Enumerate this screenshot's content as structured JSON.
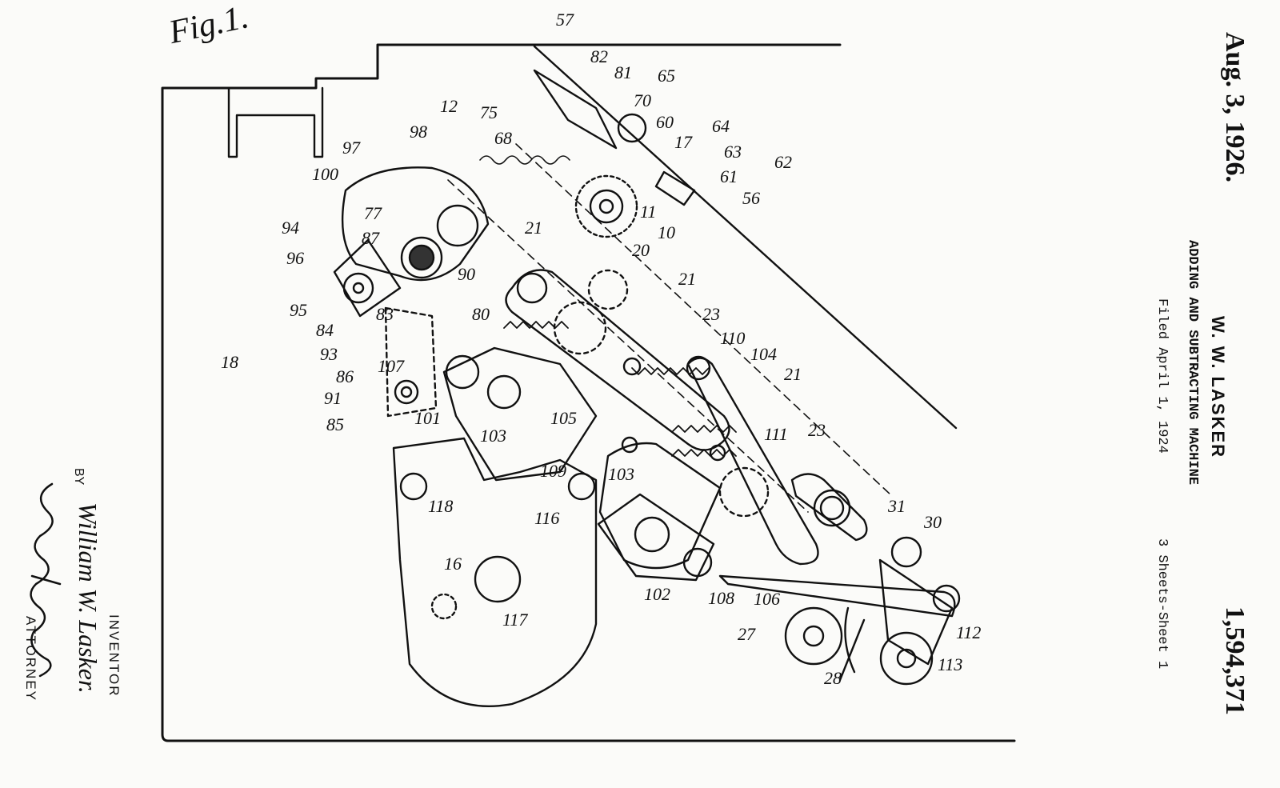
{
  "header": {
    "date": "Aug. 3, 1926.",
    "patent_number": "1,594,371",
    "inventor_name": "W. W. LASKER",
    "title": "ADDING AND SUBTRACTING MACHINE",
    "filed": "Filed April 1, 1924",
    "sheets": "3 Sheets-Sheet 1"
  },
  "figure": {
    "label": "Fig.1."
  },
  "signature": {
    "inventor_label": "INVENTOR",
    "inventor_name": "William W. Lasker.",
    "by": "BY",
    "attorney_label": "ATTORNEY"
  },
  "reference_numerals": {
    "n57": "57",
    "n82": "82",
    "n81": "81",
    "n65": "65",
    "n70": "70",
    "n60": "60",
    "n64": "64",
    "n17": "17",
    "n63": "63",
    "n62": "62",
    "n61": "61",
    "n56": "56",
    "n12": "12",
    "n75": "75",
    "n98": "98",
    "n68": "68",
    "n97": "97",
    "n100": "100",
    "n77": "77",
    "n21a": "21",
    "n20": "20",
    "n10": "10",
    "n11": "11",
    "n94": "94",
    "n87": "87",
    "n96": "96",
    "n90": "90",
    "n21b": "21",
    "n95": "95",
    "n83": "83",
    "n80": "80",
    "n23a": "23",
    "n84": "84",
    "n110": "110",
    "n104": "104",
    "n93": "93",
    "n18": "18",
    "n107": "107",
    "n21c": "21",
    "n86": "86",
    "n91": "91",
    "n85": "85",
    "n101": "101",
    "n103a": "103",
    "n105": "105",
    "n111": "111",
    "n23b": "23",
    "n109": "109",
    "n103b": "103",
    "n118": "118",
    "n116": "116",
    "n31": "31",
    "n30": "30",
    "n16": "16",
    "n102": "102",
    "n108": "108",
    "n106": "106",
    "n117": "117",
    "n27": "27",
    "n112": "112",
    "n28": "28",
    "n113": "113"
  }
}
